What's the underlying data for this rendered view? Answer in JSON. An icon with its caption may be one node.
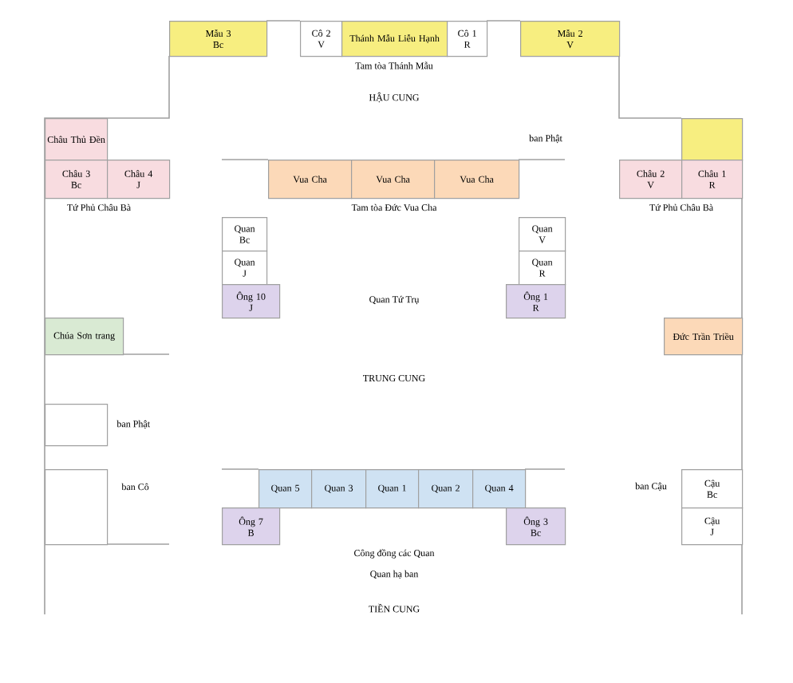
{
  "diagram": {
    "nodes": [
      {
        "text": [
          "Mẫu 3",
          "Bc"
        ]
      },
      {
        "text": [
          "Cô 2",
          "V"
        ]
      },
      {
        "text": [
          "Thánh Mẫu Liễu Hạnh"
        ]
      },
      {
        "text": [
          "Cô 1",
          "R"
        ]
      },
      {
        "text": [
          "Mẫu 2",
          "V"
        ]
      },
      {
        "text": [
          "Châu Thủ Đền"
        ]
      },
      {
        "text": [],
        "shape": "box"
      },
      {
        "text": [
          "Châu 3",
          "Bc"
        ]
      },
      {
        "text": [
          "Châu 4",
          "J"
        ]
      },
      {
        "text": [
          "Vua Cha"
        ]
      },
      {
        "text": [
          "Vua Cha"
        ]
      },
      {
        "text": [
          "Vua Cha"
        ]
      },
      {
        "text": [
          "Châu 2",
          "V"
        ]
      },
      {
        "text": [
          "Châu 1",
          "R"
        ]
      },
      {
        "text": [
          "Quan",
          "Bc"
        ]
      },
      {
        "text": [
          "Quan",
          "V"
        ]
      },
      {
        "text": [
          "Quan",
          "J"
        ]
      },
      {
        "text": [
          "Quan",
          "R"
        ]
      },
      {
        "text": [
          "Ông 10",
          "J"
        ]
      },
      {
        "text": [
          "Ông 1",
          "R"
        ]
      },
      {
        "text": [
          "Chúa Sơn trang"
        ]
      },
      {
        "text": [
          "Đức Trần Triều"
        ]
      },
      {
        "text": [],
        "shape": "box",
        "beside": [
          "ban Phật"
        ]
      },
      {
        "text": [],
        "shape": "box",
        "beside": [
          "ban Cô"
        ]
      },
      {
        "text": [
          "Quan 5"
        ]
      },
      {
        "text": [
          "Quan 3"
        ]
      },
      {
        "text": [
          "Quan 1"
        ]
      },
      {
        "text": [
          "Quan 2"
        ]
      },
      {
        "text": [
          "Quan 4"
        ]
      },
      {
        "text": [
          "Cậu",
          "Bc"
        ]
      },
      {
        "text": [
          "Ông 7",
          "B"
        ]
      },
      {
        "text": [
          "Ông 3",
          "Bc"
        ]
      },
      {
        "text": [
          "Cậu",
          "J"
        ]
      }
    ],
    "edges": [],
    "labels": [
      "Tam tòa Thánh Mẫu",
      "HẬU CUNG",
      "ban Phật",
      "Tứ Phủ Châu Bà",
      "Tam tòa Đức Vua Cha",
      "Tứ Phủ Châu Bà",
      "Quan Tứ Trụ",
      "TRUNG CUNG",
      "ban Cậu",
      "Công đồng các Quan",
      "Quan hạ ban",
      "TIỀN CUNG"
    ]
  }
}
